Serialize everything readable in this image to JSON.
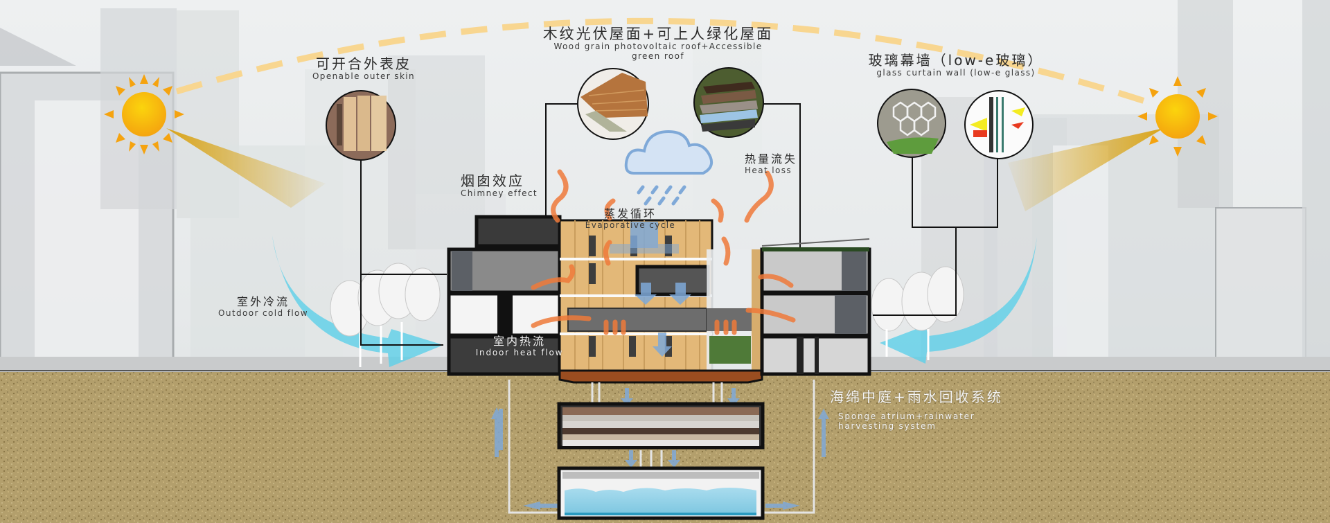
{
  "diagram": {
    "title": "Sustainable building section - ecological strategies",
    "colors": {
      "sky": "#eceff0",
      "soil": "#b29f6c",
      "sun": "#f7b312",
      "sun_path": "#f8d690",
      "cold_flow": "#5ccfe8",
      "heat_flow": "#ef7a3a",
      "water_arrow": "#7fa9d8",
      "wood_facade": "#e3b878",
      "building_frame": "#111111"
    },
    "labels": {
      "roof": {
        "zh": "木纹光伏屋面+可上人绿化屋面",
        "en1": "Wood grain photovoltaic roof+Accessible",
        "en2": "green roof"
      },
      "skin": {
        "zh": "可开合外表皮",
        "en": "Openable outer skin"
      },
      "glass": {
        "zh": "玻璃幕墙（low-e玻璃）",
        "en": "glass curtain wall (low-e glass)"
      },
      "chimney": {
        "zh": "烟囱效应",
        "en": "Chimney effect"
      },
      "evaporative": {
        "zh": "蒸发循环",
        "en": "Evaporative cycle"
      },
      "heat_loss": {
        "zh": "热量流失",
        "en": "Heat loss"
      },
      "cold_flow": {
        "zh": "室外冷流",
        "en": "Outdoor cold flow"
      },
      "heat_flow": {
        "zh": "室内热流",
        "en": "Indoor heat flow"
      },
      "sponge": {
        "zh": "海绵中庭+雨水回收系统",
        "en1": "Sponge atrium+rainwater",
        "en2": "harvesting system"
      }
    },
    "detail_photos": [
      {
        "name": "openable-skin-photo",
        "subject": "wooden folding panels"
      },
      {
        "name": "wood-pv-roof-photo",
        "subject": "wood grain photovoltaic roof"
      },
      {
        "name": "green-roof-layers-photo",
        "subject": "green roof layer build-up"
      },
      {
        "name": "hexagon-facade-photo",
        "subject": "hexagonal glass facade"
      },
      {
        "name": "lowe-glass-section-photo",
        "subject": "low-e insulated glass section"
      }
    ]
  }
}
